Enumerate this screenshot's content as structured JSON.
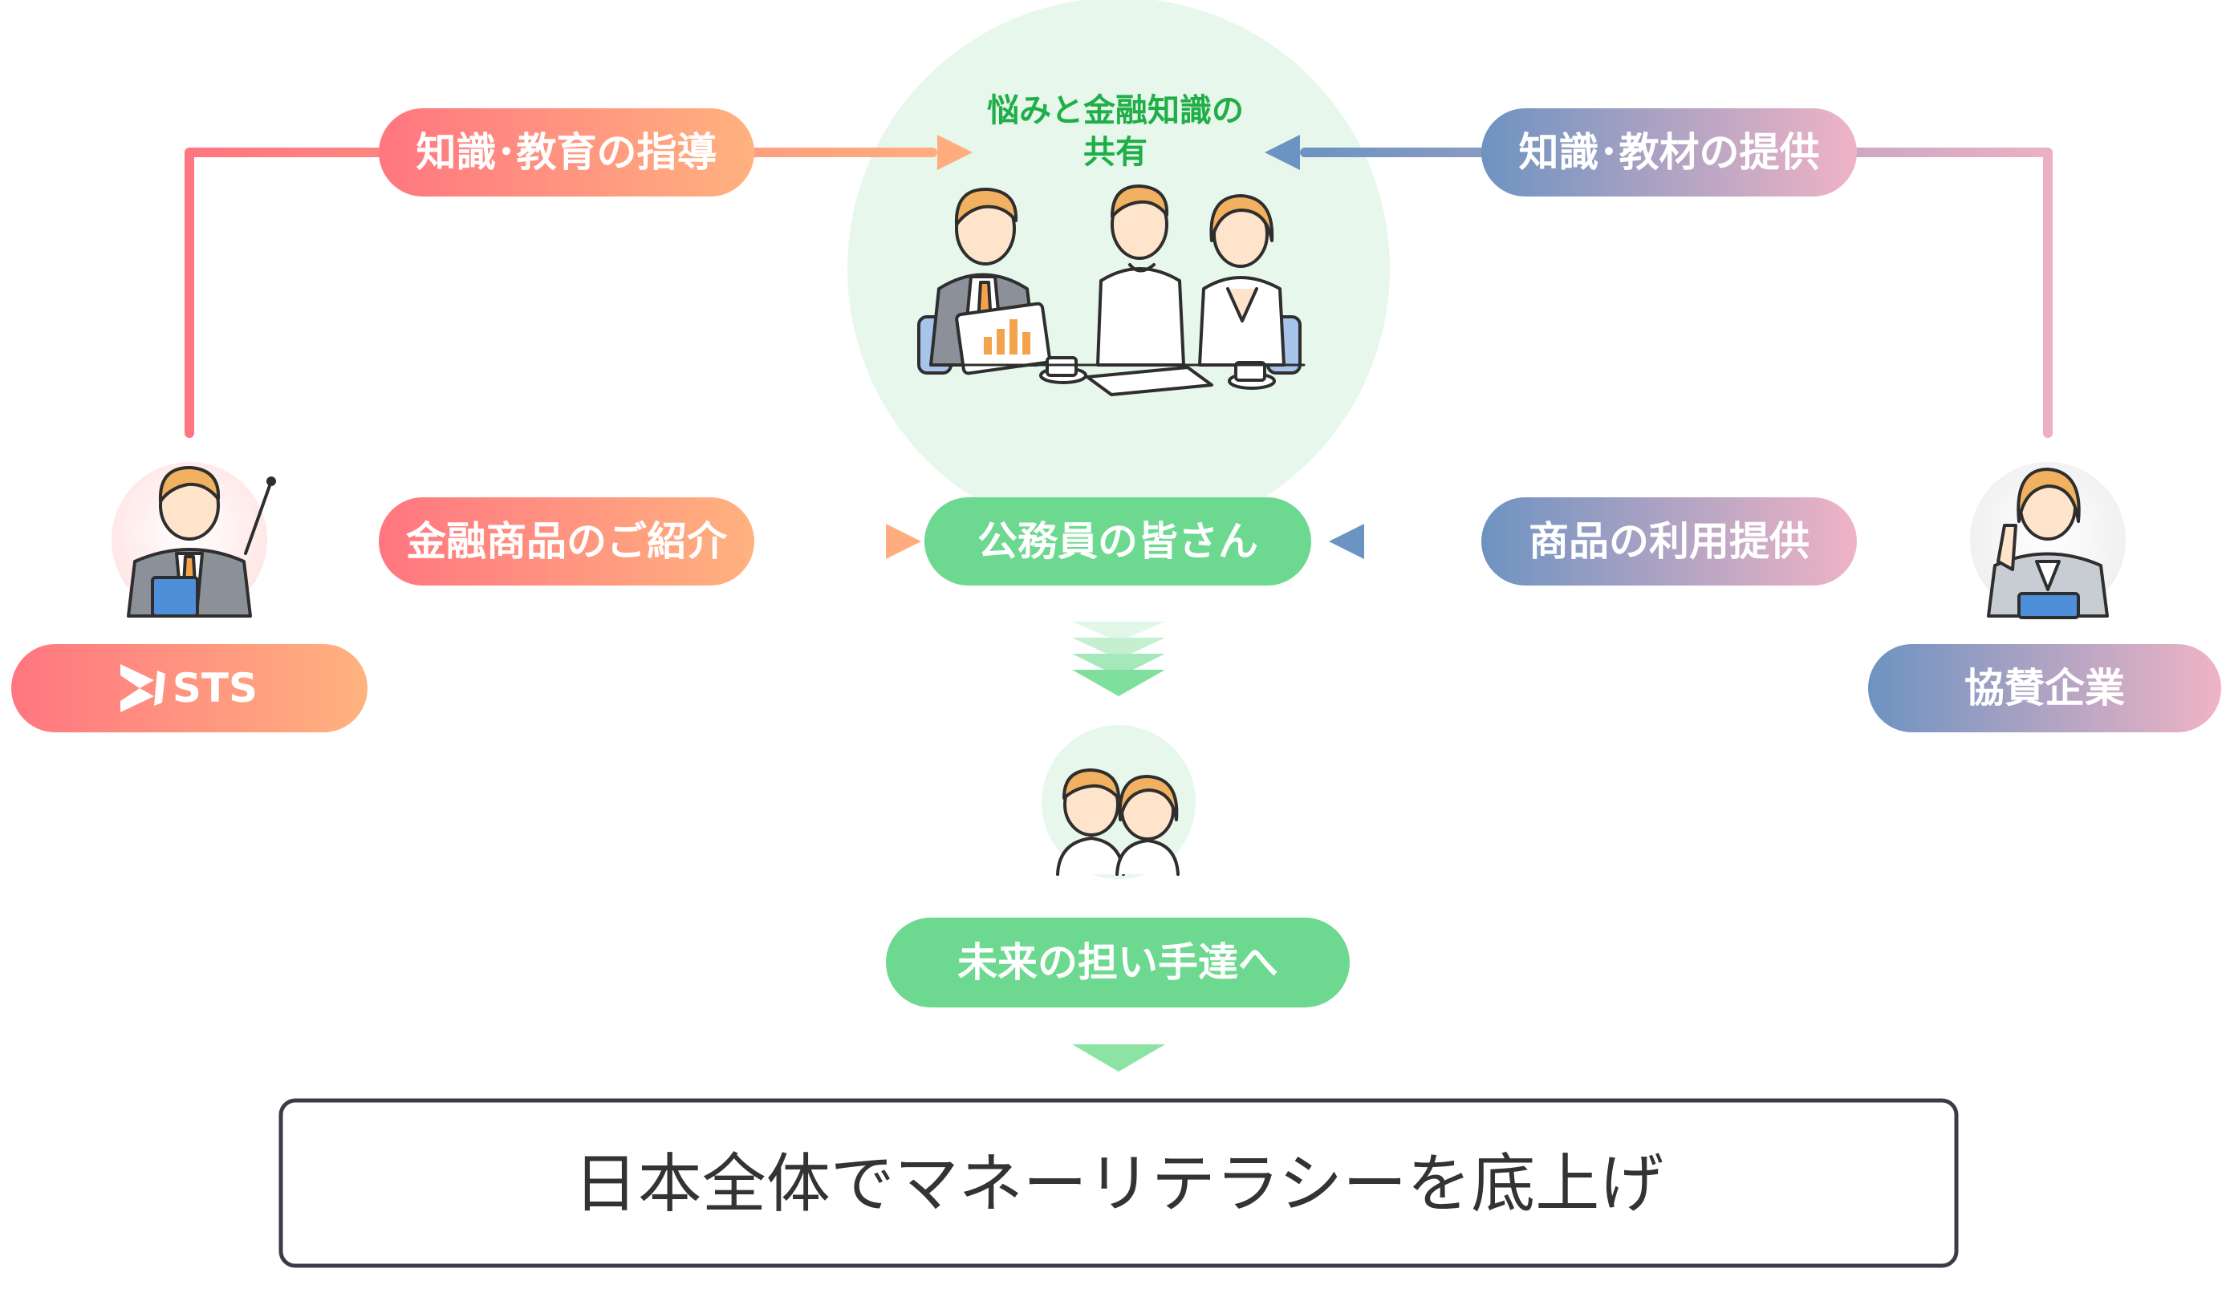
{
  "center": {
    "share_line1": "悩みと金融知識の",
    "share_line2": "共有",
    "target_label": "公務員の皆さん",
    "future_label": "未来の担い手達へ"
  },
  "left": {
    "org_name": "STS",
    "top_flow_label": "知識･教育の指導",
    "bottom_flow_label": "金融商品のご紹介"
  },
  "right": {
    "org_name": "協賛企業",
    "top_flow_label": "知識･教材の提供",
    "bottom_flow_label": "商品の利用提供"
  },
  "conclusion": "日本全体でマネーリテラシーを底上げ",
  "colors": {
    "sts_start": "#ff7680",
    "sts_end": "#ffb27f",
    "sponsor_start": "#6b94c2",
    "sponsor_end": "#f0b3c5",
    "green": "#6dd88f",
    "circle": "#e7f7eb",
    "chevron": "#8be3a4"
  },
  "icons": {
    "sts_logo": "sts-logo-icon",
    "teacher": "presenter-man-icon",
    "sponsor_person": "pointing-woman-icon",
    "meeting": "meeting-illustration",
    "kids": "children-illustration"
  }
}
